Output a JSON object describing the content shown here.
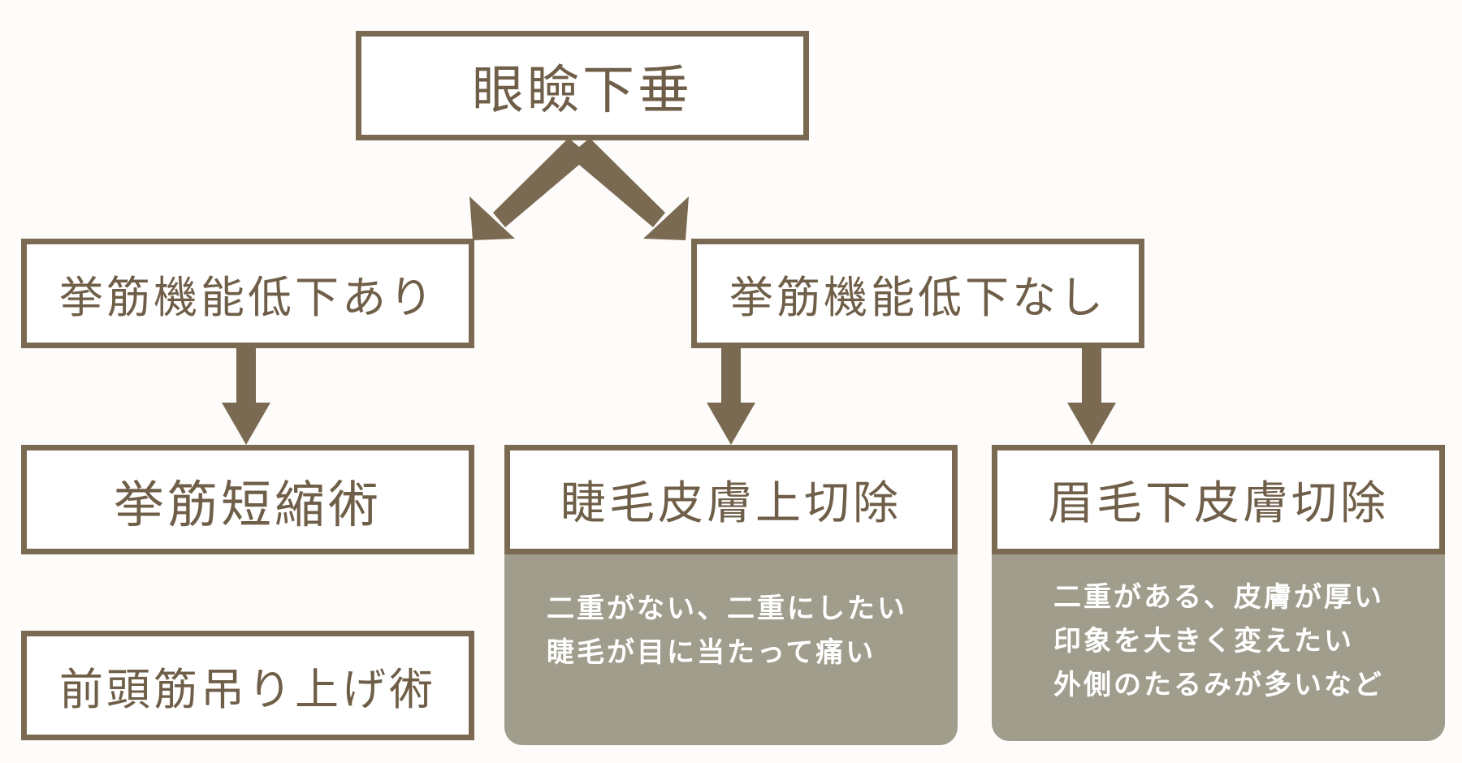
{
  "root": {
    "label": "眼瞼下垂"
  },
  "branches": {
    "with_dysfunction": {
      "label": "挙筋機能低下あり"
    },
    "without_dysfunction": {
      "label": "挙筋機能低下なし"
    }
  },
  "procedures": {
    "levator_shortening": {
      "label": "挙筋短縮術"
    },
    "frontalis_suspension": {
      "label": "前頭筋吊り上げ術"
    },
    "lash_line_excision": {
      "label": "睫毛皮膚上切除",
      "notes": [
        "二重がない、二重にしたい",
        "睫毛が目に当たって痛い"
      ]
    },
    "sub_brow_excision": {
      "label": "眉毛下皮膚切除",
      "notes": [
        "二重がある、皮膚が厚い",
        "印象を大きく変えたい",
        "外側のたるみが多いなど"
      ]
    }
  },
  "colors": {
    "border": "#7b6a52",
    "text": "#6f5e48",
    "note_bg": "#a09d8d",
    "background": "#fdfcfb"
  }
}
